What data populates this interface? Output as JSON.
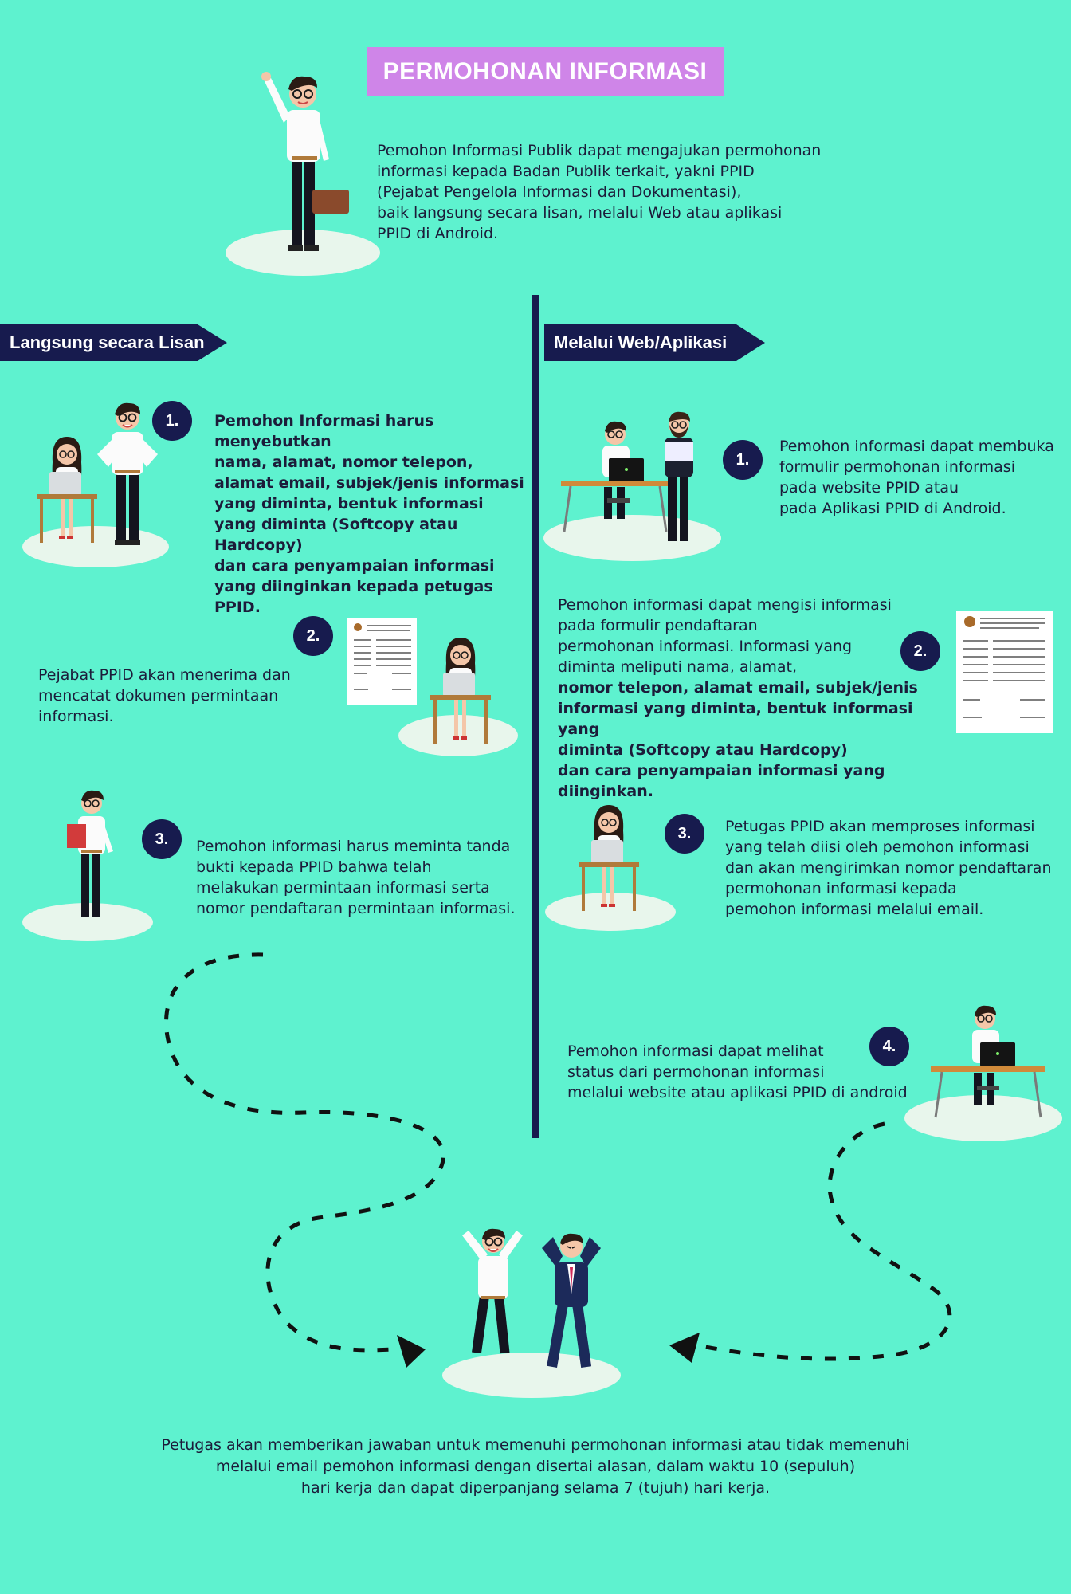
{
  "title": "PERMOHONAN INFORMASI",
  "intro": "Pemohon Informasi Publik dapat mengajukan permohonan\ninformasi kepada Badan Publik terkait, yakni PPID\n(Pejabat Pengelola Informasi dan Dokumentasi),\nbaik langsung secara lisan, melalui Web atau aplikasi\nPPID di Android.",
  "left": {
    "banner": "Langsung secara Lisan",
    "steps": [
      {
        "num": "1.",
        "text": "Pemohon Informasi harus menyebutkan\nnama, alamat, nomor telepon,\nalamat email, subjek/jenis informasi\nyang diminta, bentuk informasi\nyang diminta (Softcopy atau Hardcopy)\ndan cara penyampaian informasi\nyang diinginkan kepada petugas PPID."
      },
      {
        "num": "2.",
        "text": "Pejabat PPID akan menerima dan\nmencatat dokumen permintaan\ninformasi."
      },
      {
        "num": "3.",
        "text": "Pemohon informasi harus meminta tanda\nbukti kepada PPID bahwa telah\nmelakukan permintaan informasi serta\nnomor pendaftaran permintaan informasi."
      }
    ]
  },
  "right": {
    "banner": "Melalui Web/Aplikasi",
    "steps": [
      {
        "num": "1.",
        "text": "Pemohon informasi dapat membuka\nformulir permohonan informasi\npada website PPID atau\npada Aplikasi PPID di Android."
      },
      {
        "num": "2.",
        "text_plain": "Pemohon informasi dapat mengisi informasi\npada formulir pendaftaran\npermohonan informasi. Informasi yang\ndiminta meliputi nama, alamat,",
        "text_bold": "nomor telepon, alamat email, subjek/jenis\ninformasi yang diminta, bentuk informasi yang\ndiminta (Softcopy atau Hardcopy)\ndan cara penyampaian informasi yang diinginkan."
      },
      {
        "num": "3.",
        "text": "Petugas PPID akan memproses informasi\nyang telah diisi oleh pemohon informasi\ndan akan mengirimkan nomor pendaftaran\npermohonan informasi kepada\npemohon informasi melalui email."
      },
      {
        "num": "4.",
        "text": "Pemohon informasi dapat melihat\nstatus dari permohonan informasi\nmelalui website atau aplikasi PPID di android"
      }
    ]
  },
  "footer": "Petugas akan memberikan jawaban untuk memenuhi permohonan informasi atau tidak memenuhi\nmelalui email pemohon informasi dengan disertai alasan, dalam waktu 10 (sepuluh)\nhari kerja dan dapat diperpanjang selama 7 (tujuh) hari kerja.",
  "colors": {
    "background": "#5ef2cf",
    "navy": "#171b4e",
    "title_bg": "#cf85e8",
    "platform": "#e8f6ec"
  }
}
